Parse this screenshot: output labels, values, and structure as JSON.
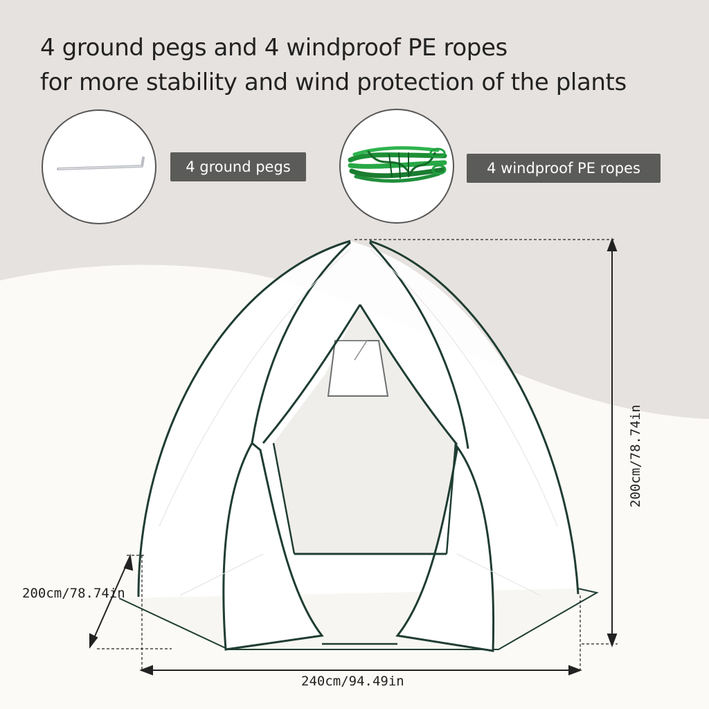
{
  "headline": {
    "line1": "4 ground pegs and 4 windproof PE ropes",
    "line2": "for more stability and wind protection of the plants"
  },
  "accessories": [
    {
      "label": "4 ground pegs",
      "icon": "ground-peg-icon"
    },
    {
      "label": "4 windproof PE ropes",
      "icon": "pe-rope-icon"
    }
  ],
  "dimensions": {
    "height": "200cm/78.74in",
    "depth": "200cm/78.74in",
    "width": "240cm/94.49in"
  },
  "colors": {
    "background_band": "#e6e2df",
    "background_light": "#fbfaf6",
    "tag_background": "#5b5b59",
    "tent_frame": "#1f3d33",
    "rope_green": "#1f9a3a"
  }
}
